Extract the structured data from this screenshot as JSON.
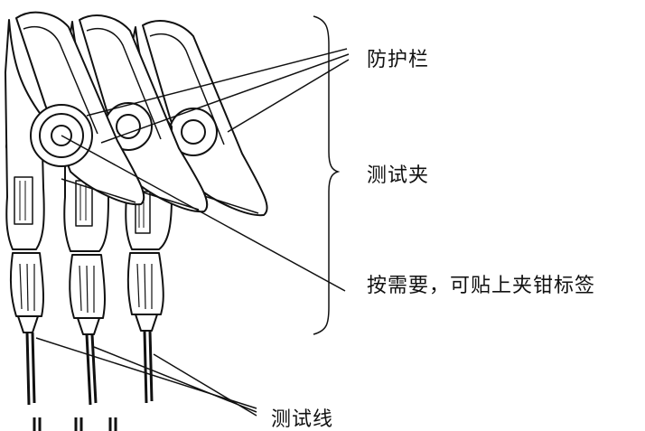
{
  "labels": {
    "guard": "防护栏",
    "clip": "测试夹",
    "tag": "按需要，可贴上夹钳标签",
    "lead": "测试线"
  },
  "colors": {
    "ink": "#111111",
    "background": "#ffffff"
  }
}
